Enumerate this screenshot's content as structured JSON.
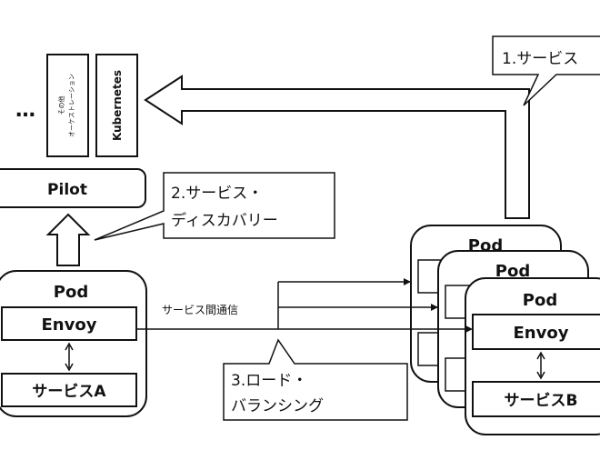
{
  "labels": {
    "ellipsis": "…",
    "other_orchestration_line1": "その他",
    "other_orchestration_line2": "オーケストレーション",
    "kubernetes": "Kubernetes",
    "pilot": "Pilot",
    "pod_left": "Pod",
    "envoy_left": "Envoy",
    "service_a": "サービスA",
    "pod_right_back": "Pod",
    "pod_right_mid": "Pod",
    "pod_right_front": "Pod",
    "envoy_right": "Envoy",
    "service_b": "サービスB",
    "inter_service_comm": "サービス間通信"
  },
  "callouts": {
    "service_registration": "1.サービス",
    "service_discovery_line1": "2.サービス・",
    "service_discovery_line2": "ディスカバリー",
    "load_balancing_line1": "3.ロード・",
    "load_balancing_line2": "バランシング"
  }
}
